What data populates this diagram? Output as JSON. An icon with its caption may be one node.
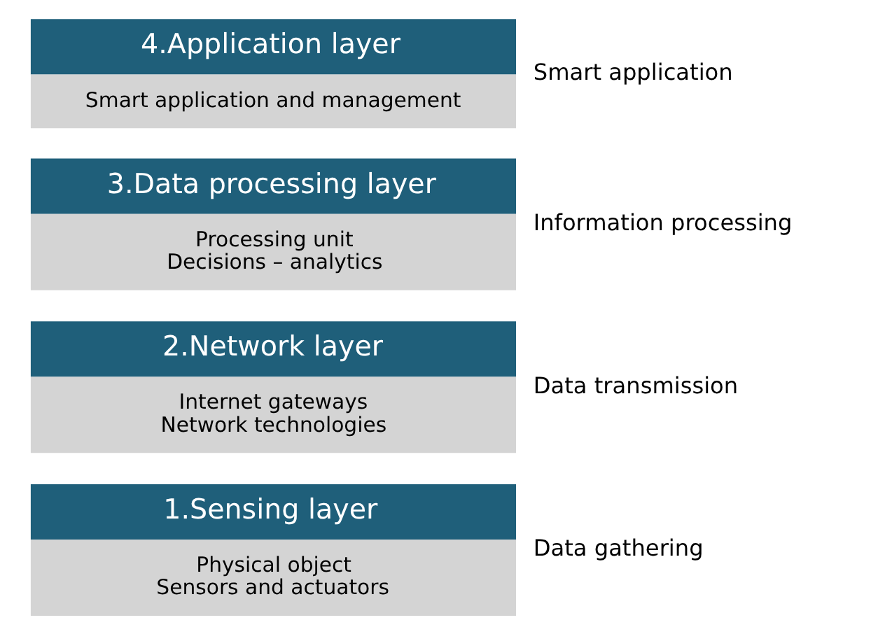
{
  "diagram": {
    "nodes": [
      {
        "text": [
          "4.Application layer",
          "Smart application and management"
        ],
        "beside": [
          "Smart application"
        ]
      },
      {
        "text": [
          "3.Data processing layer",
          "Processing unit",
          "Decisions – analytics"
        ],
        "beside": [
          "Information processing"
        ]
      },
      {
        "text": [
          "2.Network layer",
          "Internet gateways",
          "Network technologies"
        ],
        "beside": [
          "Data transmission"
        ]
      },
      {
        "text": [
          "1.Sensing layer",
          "Physical object",
          "Sensors and actuators"
        ],
        "beside": [
          "Data gathering"
        ]
      }
    ],
    "edges": []
  }
}
